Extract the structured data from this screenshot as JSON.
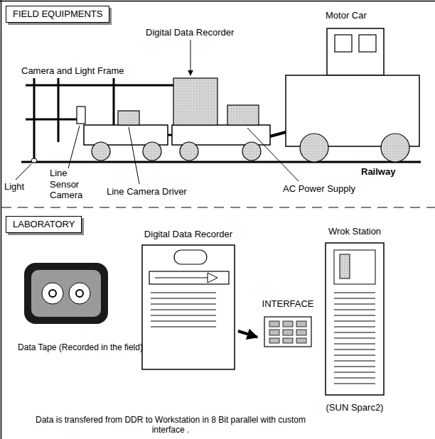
{
  "diagram": {
    "nodes": [
      {
        "text": [
          "FIELD EQUIPMENTS"
        ]
      },
      {
        "text": [
          "LABORATORY"
        ]
      },
      {
        "text": [
          "Data Tape (Recorded in the field)"
        ]
      },
      {
        "text": [
          "Digital Data Recorder"
        ]
      },
      {
        "text": [
          "INTERFACE"
        ]
      },
      {
        "text": [
          "Wrok Station",
          "(SUN Sparc2)"
        ]
      }
    ],
    "edges": [
      {
        "from": 3,
        "to": 4,
        "arrow": "to"
      }
    ],
    "labels": [
      "Motor Car",
      "Digital Data Recorder",
      "Camera and Light Frame",
      "Railway",
      "Light",
      "Line Sensor Camera",
      "Line Camera Driver",
      "AC Power Supply",
      "Data is transfered from DDR to Workstation in 8 Bit parallel with custom interface ."
    ]
  }
}
